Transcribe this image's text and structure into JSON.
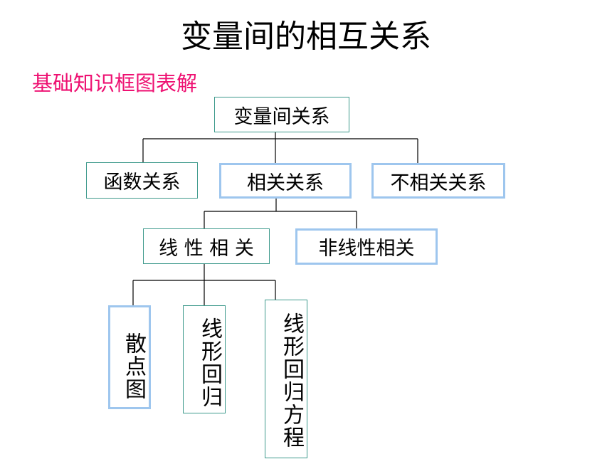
{
  "title": "变量间的相互关系",
  "subtitle": "基础知识框图表解",
  "nodes": {
    "root": "变量间关系",
    "function": "函数关系",
    "correlation": "相关关系",
    "uncorrelated": "不相关关系",
    "linear": "线 性 相 关",
    "nonlinear": "非线性相关",
    "scatter": "散点图",
    "regression": "线形回归",
    "regression_eq": "线形回归方程"
  },
  "colors": {
    "subtitle": "#ee1172",
    "teal_border": "#3e9a8c",
    "blue_border": "#9ec6ee"
  }
}
